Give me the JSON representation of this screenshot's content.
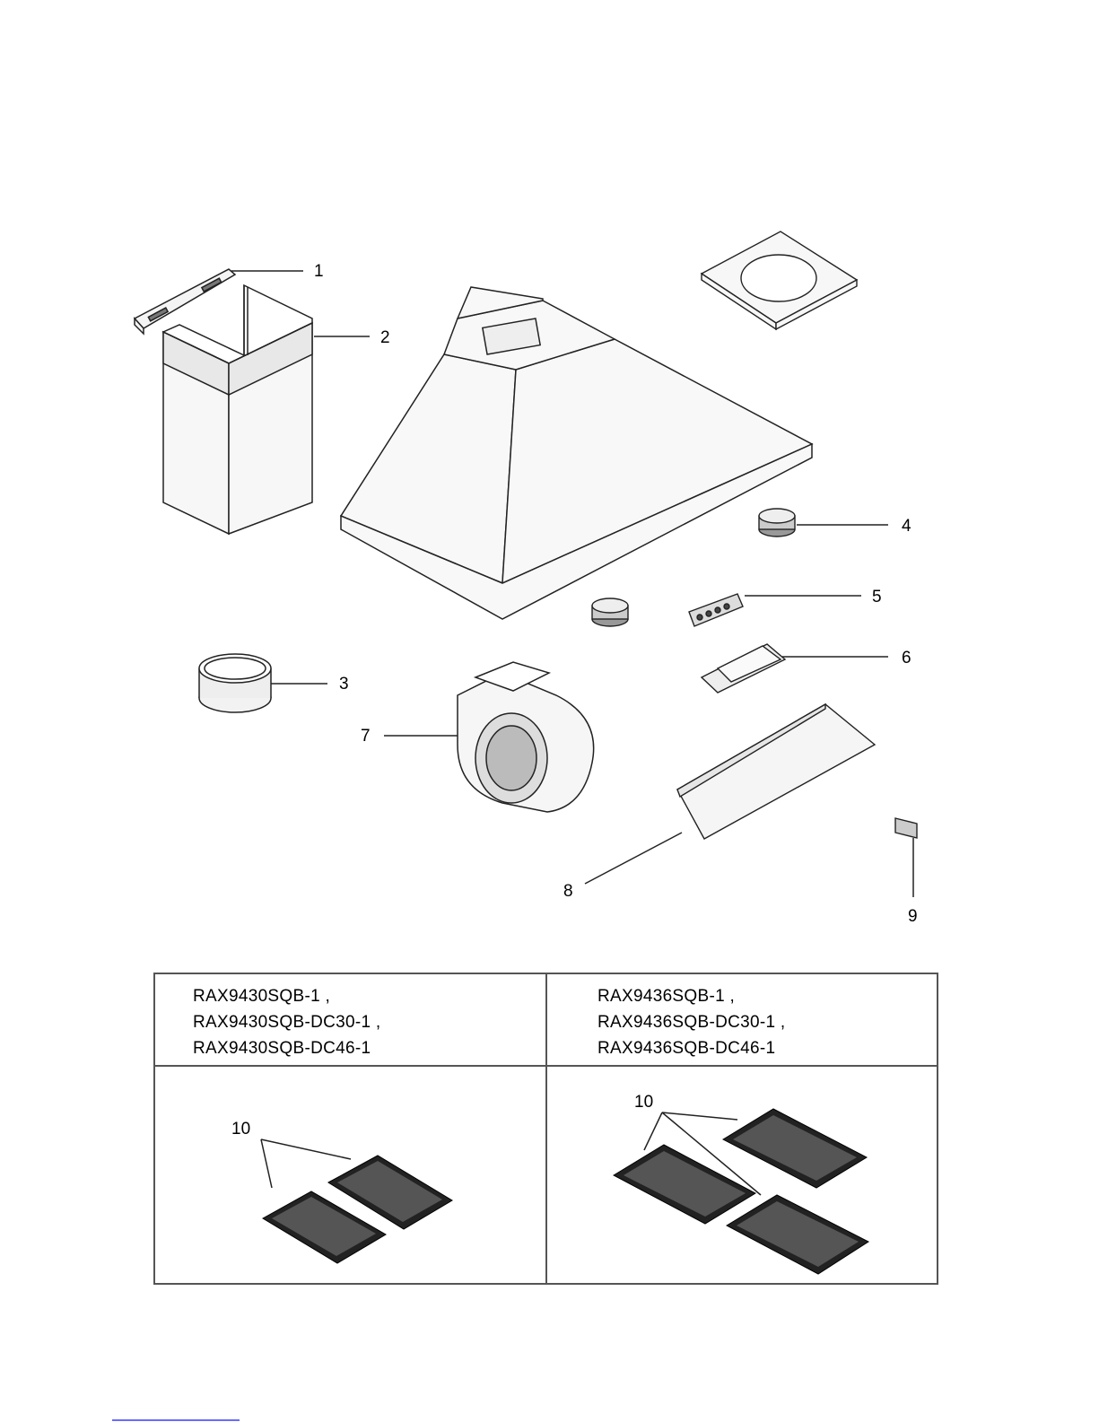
{
  "diagram": {
    "callouts": [
      "1",
      "2",
      "3",
      "4",
      "5",
      "6",
      "7",
      "8",
      "9"
    ]
  },
  "table": {
    "left_models": [
      "RAX9430SQB-1 ,",
      "RAX9430SQB-DC30-1 ,",
      "RAX9430SQB-DC46-1"
    ],
    "right_models": [
      "RAX9436SQB-1 ,",
      "RAX9436SQB-DC30-1 ,",
      "RAX9436SQB-DC46-1"
    ],
    "left_filter_callout": "10",
    "right_filter_callout": "10",
    "left_filter_count": 2,
    "right_filter_count": 3
  }
}
